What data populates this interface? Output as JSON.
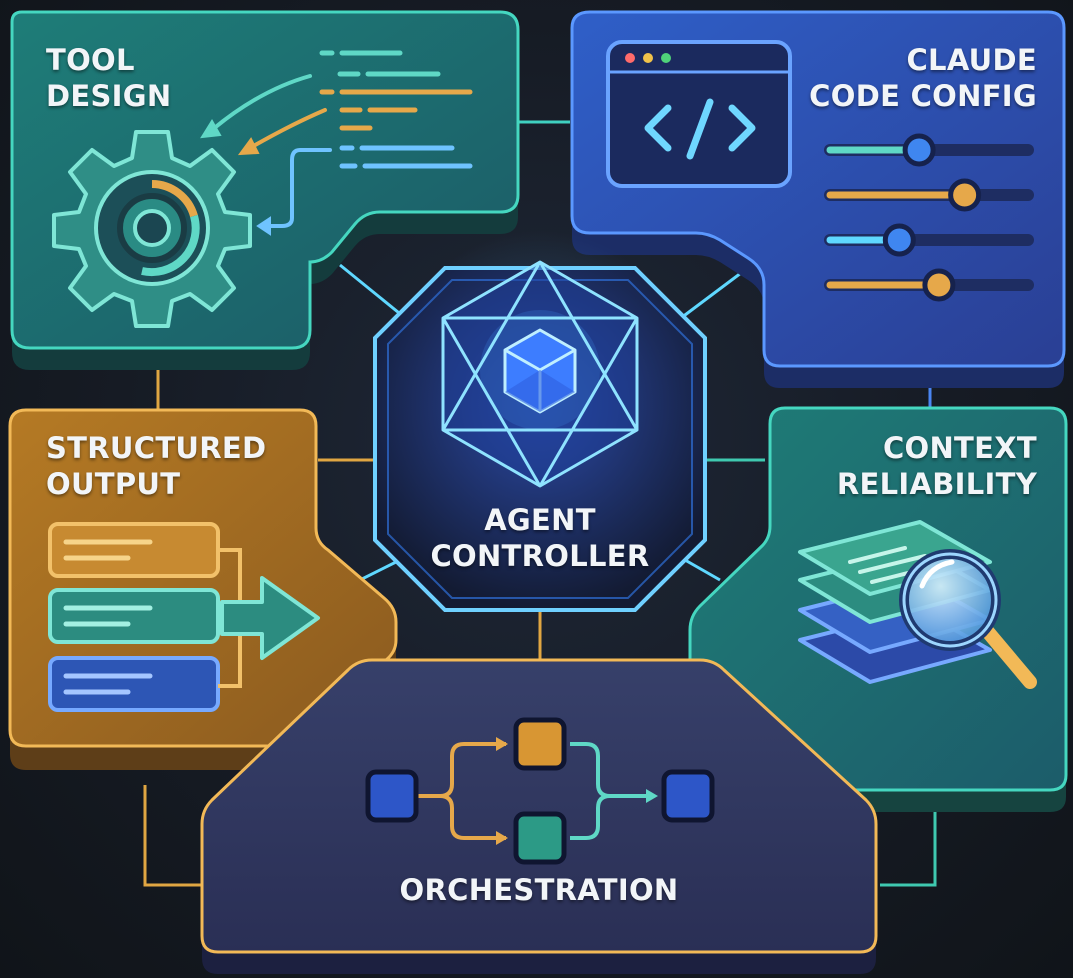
{
  "tool_design": {
    "line1": "TOOL",
    "line2": "DESIGN",
    "icon": "gear-icon"
  },
  "claude_code_config": {
    "line1": "CLAUDE",
    "line2": "CODE CONFIG",
    "icon": "code-window-icon",
    "sliders": [
      0.45,
      0.68,
      0.35,
      0.55
    ]
  },
  "structured_output": {
    "line1": "STRUCTURED",
    "line2": "OUTPUT",
    "icon": "structured-output-icon"
  },
  "context_reliability": {
    "line1": "CONTEXT",
    "line2": "RELIABILITY",
    "icon": "magnifier-documents-icon"
  },
  "agent_controller": {
    "line1": "AGENT",
    "line2": "CONTROLLER",
    "icon": "crystal-cube-icon"
  },
  "orchestration": {
    "label": "ORCHESTRATION",
    "icon": "workflow-icon"
  },
  "colors": {
    "teal": "#3fc9b0",
    "blue": "#4a86f2",
    "gold": "#e0a642",
    "cyan": "#5fd8ff",
    "background": "#151a22"
  }
}
